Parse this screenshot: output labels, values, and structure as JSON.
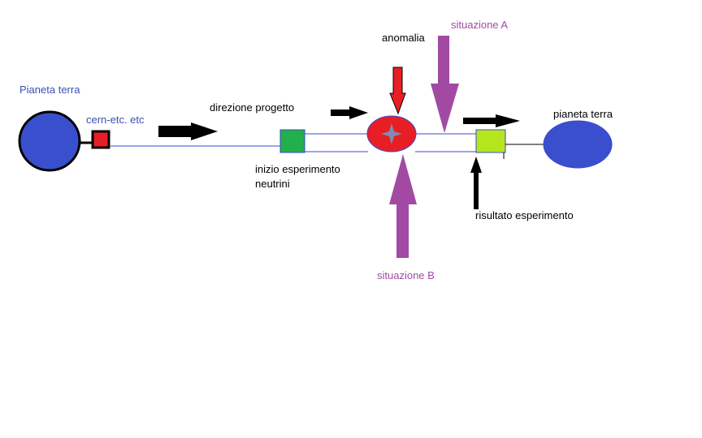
{
  "labels": {
    "pianeta_terra_left": "Pianeta terra",
    "cern": "cern-etc. etc",
    "direzione": "direzione progetto",
    "inizio_line1": "inizio esperimento",
    "inizio_line2": "neutrini",
    "anomalia": "anomalia",
    "situazione_a": "situazione A",
    "situazione_b": "situazione B",
    "pianeta_terra_right": "pianeta terra",
    "risultato": "risultato esperimento"
  },
  "colors": {
    "planet": "#3a4fce",
    "planet_stroke": "#000000",
    "text_blue": "#3a4fb0",
    "text_purple": "#a24aa3",
    "text_black": "#000000",
    "cern_box": "#e81e25",
    "start_box": "#22b04c",
    "anomaly": "#e81e25",
    "star": "#7f8bb0",
    "end_box": "#b5e61d",
    "arrow_black": "#000000",
    "arrow_red": "#e81e25",
    "arrow_purple": "#a24aa3",
    "line": "#3f48cc"
  }
}
